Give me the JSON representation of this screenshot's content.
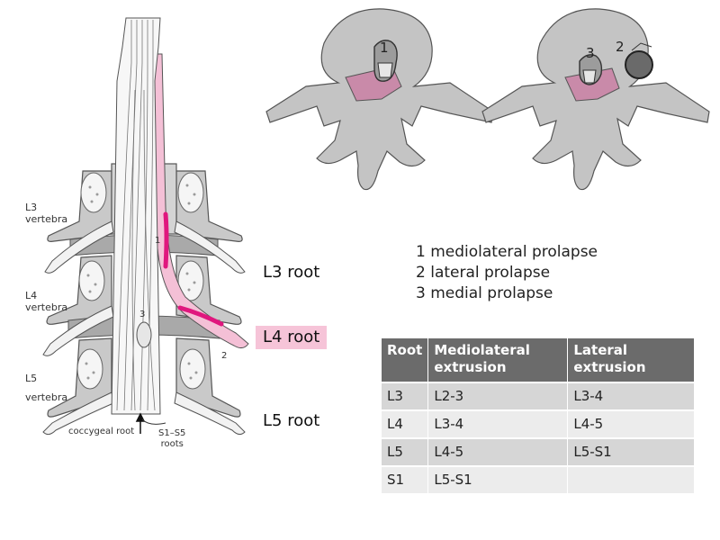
{
  "spine_diagram": {
    "vertebra_labels": [
      {
        "line1": "L3",
        "line2": "vertebra"
      },
      {
        "line1": "L4",
        "line2": "vertebra"
      },
      {
        "line1": "L5",
        "line2": "vertebra"
      }
    ],
    "number_markers": [
      "1",
      "3",
      "2"
    ],
    "coccygeal_label": "coccygeal root",
    "sacral_roots_label": [
      "S1–S5",
      "roots"
    ]
  },
  "root_labels": [
    "L3 root",
    "L4 root",
    "L5 root"
  ],
  "axial_views": {
    "left_markers": [
      "1"
    ],
    "right_markers": [
      "3",
      "2"
    ]
  },
  "legend": [
    "1 mediolateral prolapse",
    "2 lateral prolapse",
    "3 medial prolapse"
  ],
  "table": {
    "headers": [
      "Root",
      "Mediolateral extrusion",
      "Lateral extrusion"
    ],
    "rows": [
      [
        "L3",
        "L2-3",
        "L3-4"
      ],
      [
        "L4",
        "L3-4",
        "L4-5"
      ],
      [
        "L5",
        "L4-5",
        "L5-S1"
      ],
      [
        "S1",
        "L5-S1",
        ""
      ]
    ]
  },
  "colors": {
    "bone": "#c4c4c4",
    "outline": "#555555",
    "pink_root": "#f4c0d6",
    "magenta_disc": "#e0177e",
    "header_gray": "#6b6b6b"
  }
}
